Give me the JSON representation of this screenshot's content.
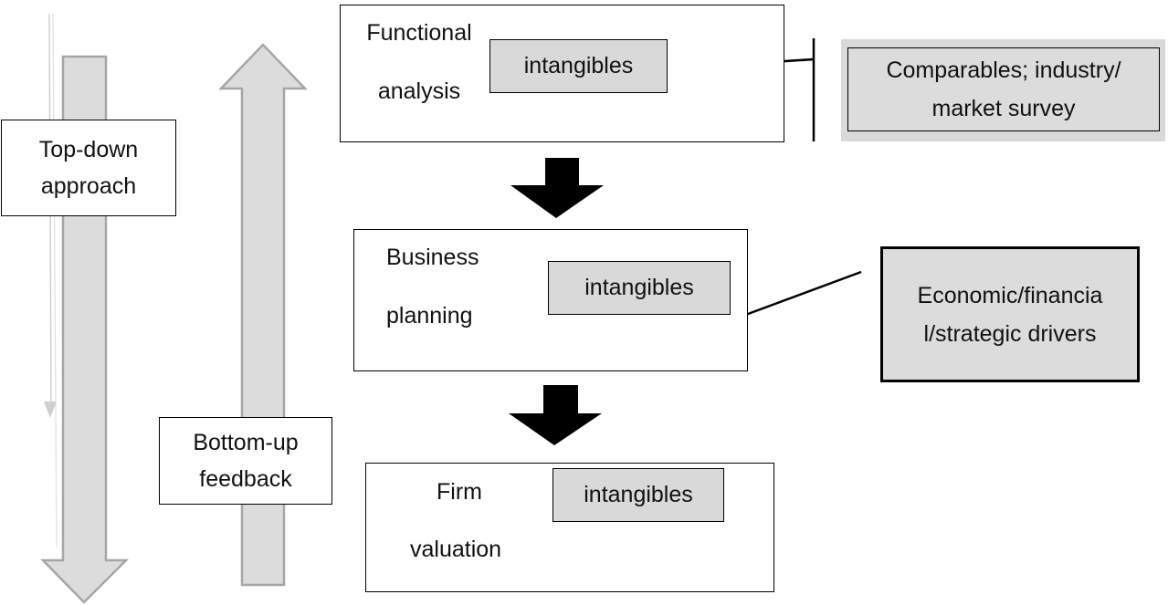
{
  "colors": {
    "arrow_fill": "#dcdcdc",
    "arrow_stroke": "#a6a6a6",
    "tag_fill": "#d9d9d9",
    "flow_arrow": "#000000"
  },
  "left": {
    "top_down": {
      "line1": "Top-down",
      "line2": "approach"
    },
    "bottom_up": {
      "line1": "Bottom-up",
      "line2": "feedback"
    }
  },
  "steps": [
    {
      "line1": "Functional",
      "line2": "analysis",
      "tag": "intangibles"
    },
    {
      "line1": "Business",
      "line2": "planning",
      "tag": "intangibles"
    },
    {
      "line1": "Firm",
      "line2": "valuation",
      "tag": "intangibles"
    }
  ],
  "sources": [
    {
      "line1": "Comparables; industry/",
      "line2": "market survey"
    },
    {
      "line1": "Economic/financia",
      "line2": "l/strategic drivers"
    }
  ]
}
